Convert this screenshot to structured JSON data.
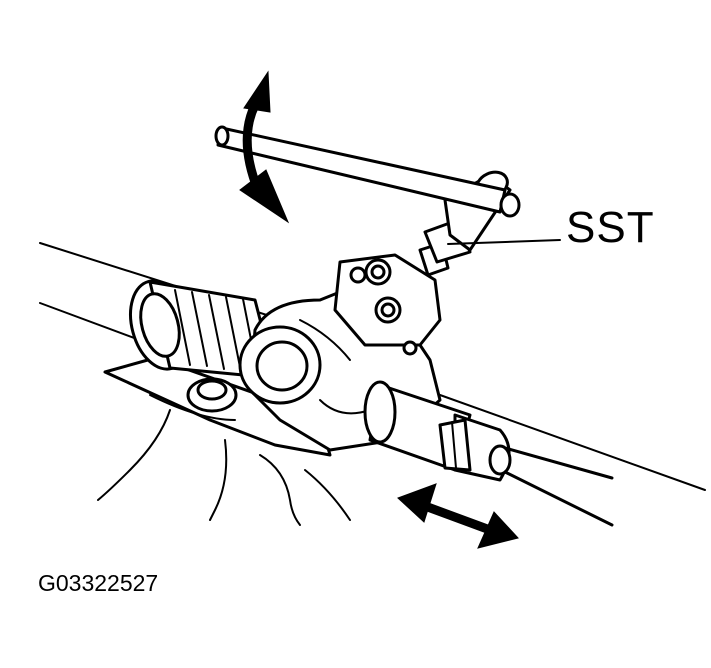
{
  "labels": {
    "tool_callout": "SST",
    "figure_id": "G03322527"
  },
  "colors": {
    "ink": "#000000",
    "background": "#ffffff"
  },
  "icons": {
    "rotate_arrow": "double-headed-curved-arrow",
    "slide_arrow": "double-headed-straight-arrow"
  }
}
